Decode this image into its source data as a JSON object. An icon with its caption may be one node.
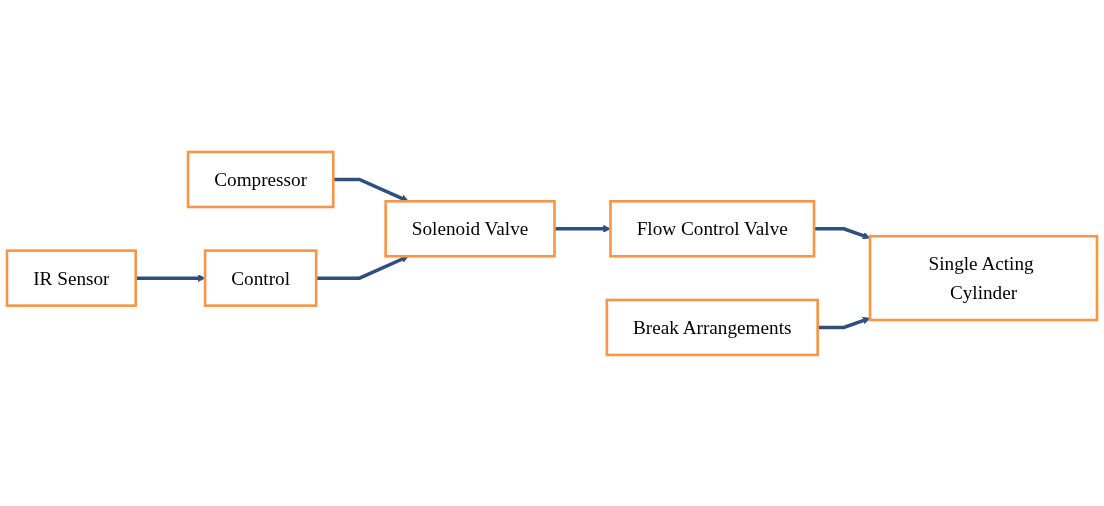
{
  "diagram": {
    "nodes": [
      {
        "text": [
          "Compressor"
        ]
      },
      {
        "text": [
          "Solenoid Valve"
        ]
      },
      {
        "text": [
          "Control"
        ]
      },
      {
        "text": [
          "IR Sensor"
        ]
      },
      {
        "text": [
          "Flow Control Valve"
        ]
      },
      {
        "text": [
          "Single Acting Cylinder"
        ]
      },
      {
        "text": [
          "Break Arrangements"
        ]
      }
    ],
    "edges": [
      {
        "from": 0,
        "to": 1,
        "arrow": "to"
      },
      {
        "from": 2,
        "to": 1,
        "arrow": "to"
      },
      {
        "from": 3,
        "to": 2,
        "arrow": "to"
      },
      {
        "from": 1,
        "to": 4,
        "arrow": "to"
      },
      {
        "from": 4,
        "to": 5,
        "arrow": "to"
      },
      {
        "from": 6,
        "to": 5,
        "arrow": "to"
      }
    ]
  }
}
